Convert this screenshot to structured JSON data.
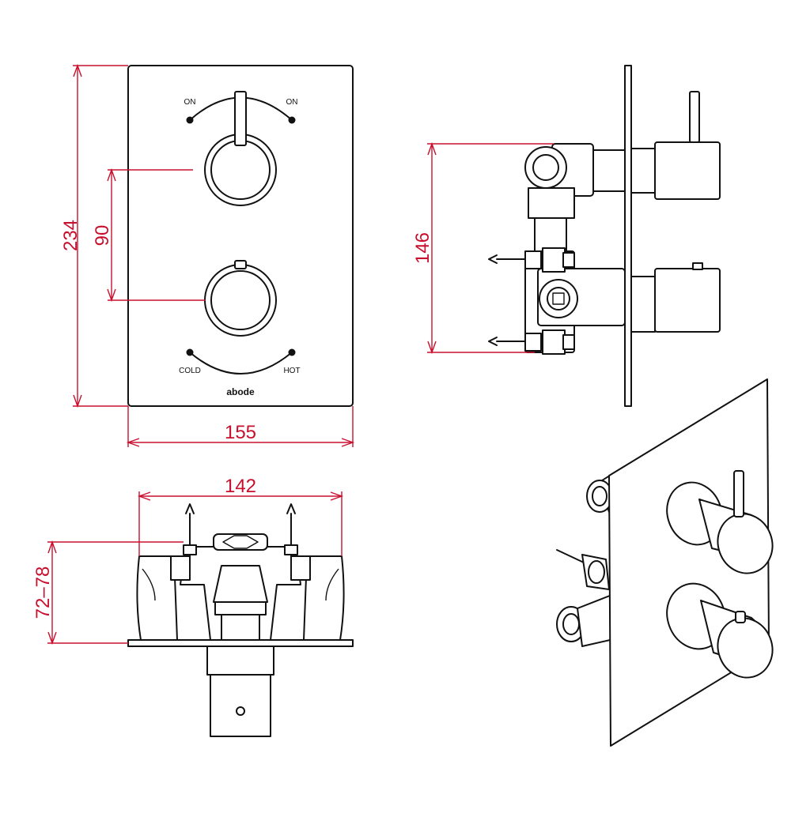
{
  "front_view": {
    "labels": {
      "on_left": "ON",
      "on_right": "ON",
      "cold": "COLD",
      "hot": "HOT",
      "brand": "abode"
    }
  },
  "dimensions": {
    "overall_height": "234",
    "handle_spacing": "90",
    "plate_width": "155",
    "body_height": "146",
    "body_width": "142",
    "depth_range": "72–78"
  },
  "colors": {
    "line": "#111111",
    "dimension": "#c8102e",
    "background": "#ffffff"
  }
}
